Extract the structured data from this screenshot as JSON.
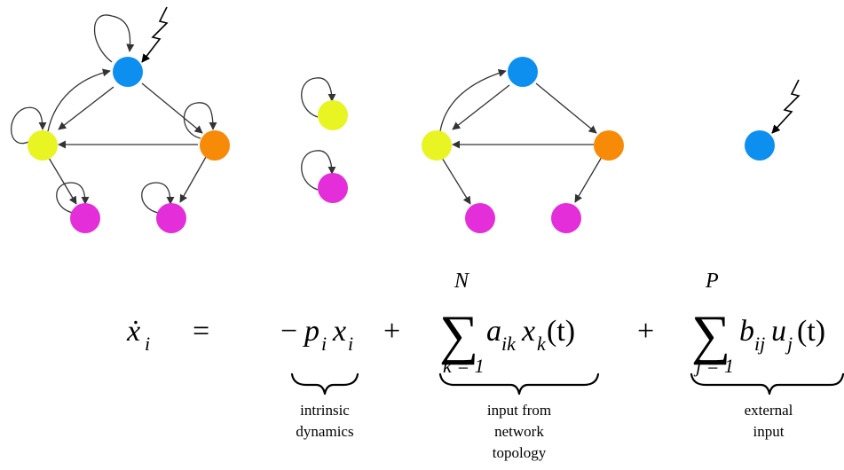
{
  "colors": {
    "blue": "#0d8ff0",
    "yellow": "#e8f523",
    "orange": "#f78a07",
    "magenta": "#e42ed9",
    "edge": "#333333"
  },
  "equation": {
    "lhs": "ẋ",
    "lhs_sub": "i",
    "equals": "=",
    "minus": "−",
    "p": "p",
    "p_sub": "i",
    "x": "x",
    "x_sub": "i",
    "plus1": "+",
    "sum_symbol": "∑",
    "sum1_top": "N",
    "sum1_bottom": "k = 1",
    "a": "a",
    "a_sub": "ik",
    "x2": "x",
    "x2_sub": "k",
    "t1": "(t)",
    "plus2": "+",
    "sum2_top": "P",
    "sum2_bottom": "j = 1",
    "b": "b",
    "b_sub": "ij",
    "u": "u",
    "u_sub": "j",
    "t2": "(t)"
  },
  "labels": {
    "intrinsic": [
      "intrinsic",
      "dynamics"
    ],
    "network": [
      "input from",
      "network",
      "topology"
    ],
    "external": [
      "external",
      "input"
    ]
  }
}
